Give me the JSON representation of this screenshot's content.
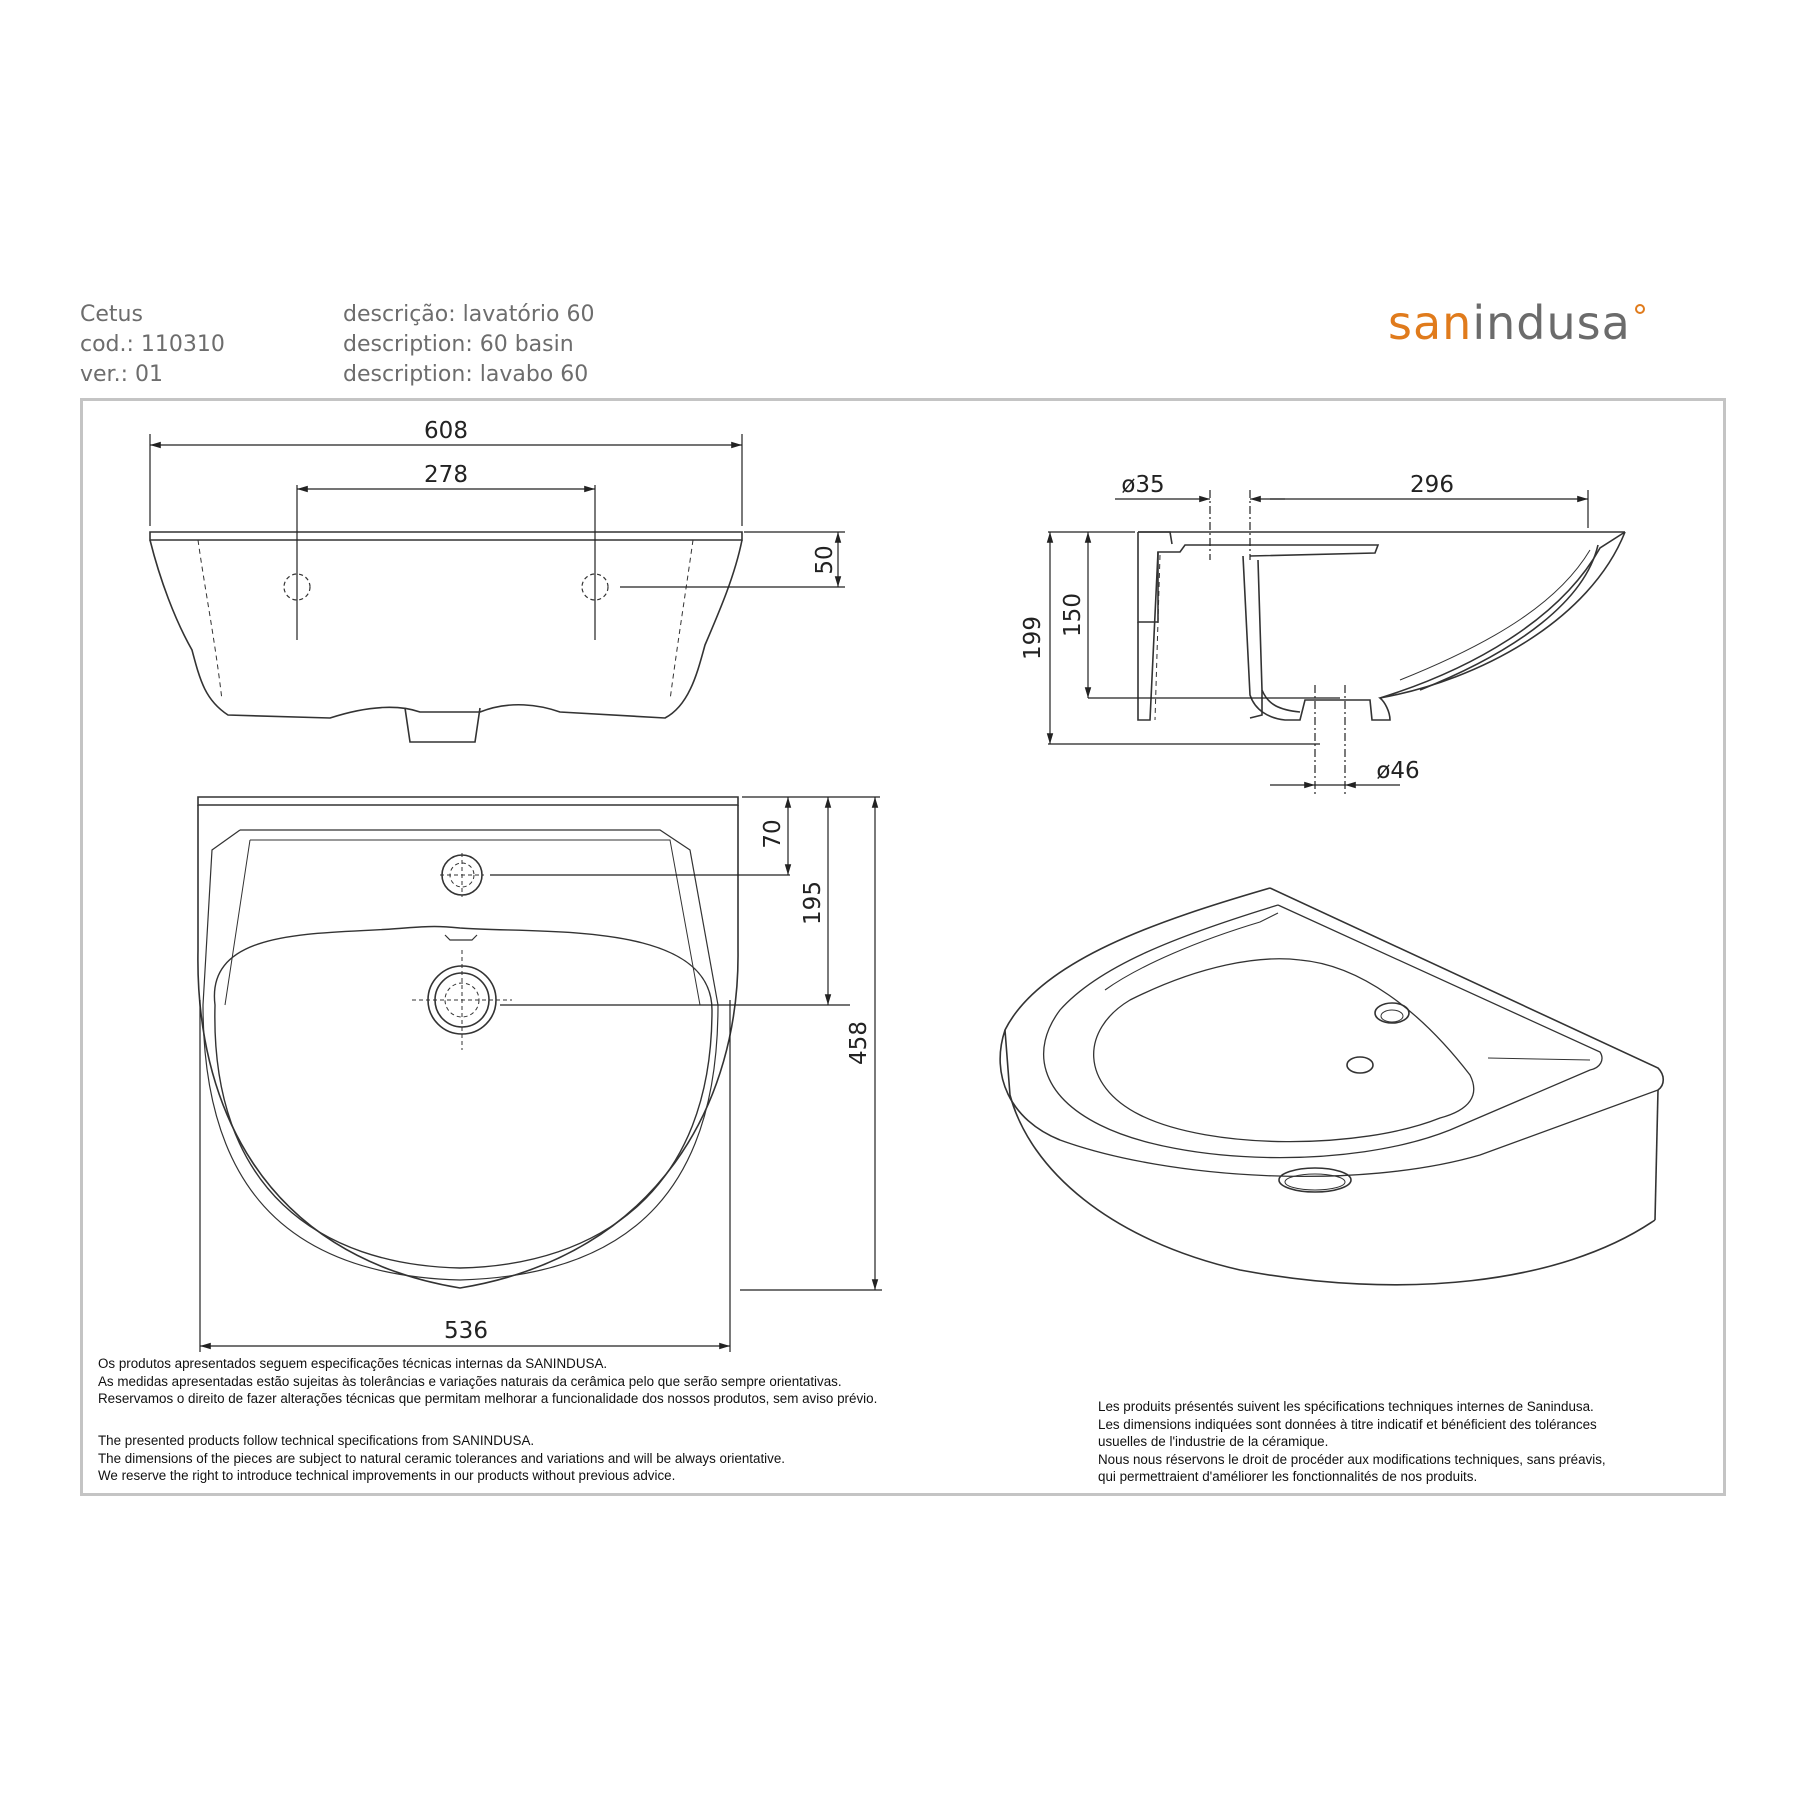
{
  "header": {
    "product": "Cetus",
    "code": "cod.: 110310",
    "version": "ver.: 01",
    "desc_pt": "descrição: lavatório 60",
    "desc_en": "description: 60 basin",
    "desc_fr": "description: lavabo 60"
  },
  "logo": {
    "part1": "san",
    "part2": "indusa"
  },
  "dimensions": {
    "front_width": "608",
    "tap_holes_spacing": "278",
    "tap_holes_height": "50",
    "overflow_diameter": "ø35",
    "depth": "296",
    "total_height": "199",
    "bowl_height": "150",
    "waste_diameter": "ø46",
    "tap_hole_offset": "70",
    "waste_offset": "195",
    "total_depth": "458",
    "inner_width": "536"
  },
  "notes": {
    "pt": [
      "Os produtos apresentados seguem especificações técnicas internas da SANINDUSA.",
      "As medidas apresentadas estão sujeitas às tolerâncias e variações naturais da cerâmica pelo que serão sempre orientativas.",
      "Reservamos o direito de fazer alterações técnicas que permitam melhorar a funcionalidade dos nossos produtos, sem aviso prévio."
    ],
    "en": [
      "The presented products follow technical specifications from SANINDUSA.",
      "The dimensions of the pieces are subject to natural ceramic tolerances and variations and will be always orientative.",
      "We reserve the right to introduce technical improvements in our products without previous advice."
    ],
    "fr": [
      "Les produits présentés suivent les spécifications techniques internes de Sanindusa.",
      "Les dimensions indiquées sont données à titre indicatif et bénéficient des tolérances",
      "usuelles de l'industrie de la céramique.",
      "Nous nous réservons le droit de procéder aux modifications techniques, sans préavis,",
      "qui permettraient d'améliorer les fonctionnalités de nos produits."
    ]
  },
  "colors": {
    "brand_orange": "#e07b1c",
    "brand_grey": "#6b6b6b",
    "frame": "#c4c4c4"
  }
}
